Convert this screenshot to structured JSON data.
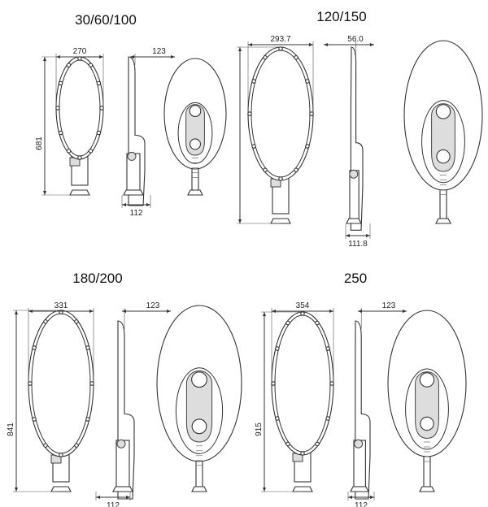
{
  "panels": [
    {
      "title": "30/60/100",
      "width_label": "270",
      "side_label": "123",
      "height_label": "681",
      "base_label": "112"
    },
    {
      "title": "120/150",
      "width_label": "293.7",
      "side_label": "56.0",
      "height_label": "",
      "base_label": "111.8"
    },
    {
      "title": "180/200",
      "width_label": "331",
      "side_label": "123",
      "height_label": "841",
      "base_label": "112"
    },
    {
      "title": "250",
      "width_label": "354",
      "side_label": "123",
      "height_label": "915",
      "base_label": "112"
    }
  ],
  "colors": {
    "line": "#333333",
    "background": "#ffffff"
  }
}
